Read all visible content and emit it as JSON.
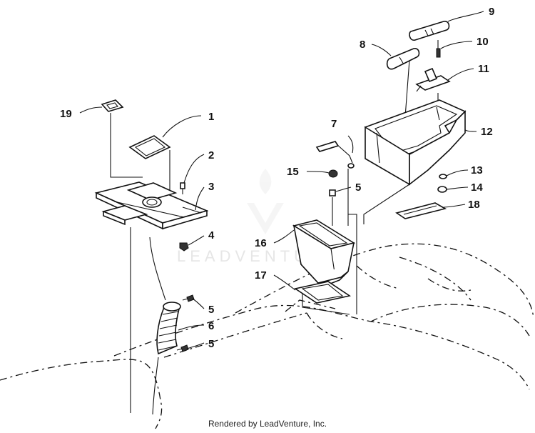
{
  "diagram": {
    "callouts": [
      {
        "id": "1",
        "label": "1"
      },
      {
        "id": "2",
        "label": "2"
      },
      {
        "id": "3",
        "label": "3"
      },
      {
        "id": "4",
        "label": "4"
      },
      {
        "id": "5a",
        "label": "5"
      },
      {
        "id": "5b",
        "label": "5"
      },
      {
        "id": "5c",
        "label": "5"
      },
      {
        "id": "6",
        "label": "6"
      },
      {
        "id": "7",
        "label": "7"
      },
      {
        "id": "8",
        "label": "8"
      },
      {
        "id": "9",
        "label": "9"
      },
      {
        "id": "10",
        "label": "10"
      },
      {
        "id": "11",
        "label": "11"
      },
      {
        "id": "12",
        "label": "12"
      },
      {
        "id": "13",
        "label": "13"
      },
      {
        "id": "14",
        "label": "14"
      },
      {
        "id": "15",
        "label": "15"
      },
      {
        "id": "16",
        "label": "16"
      },
      {
        "id": "17",
        "label": "17"
      },
      {
        "id": "18",
        "label": "18"
      },
      {
        "id": "19",
        "label": "19"
      }
    ]
  },
  "watermark": {
    "text": "LEADVENTURE"
  },
  "footer": {
    "text": "Rendered by LeadVenture, Inc."
  }
}
